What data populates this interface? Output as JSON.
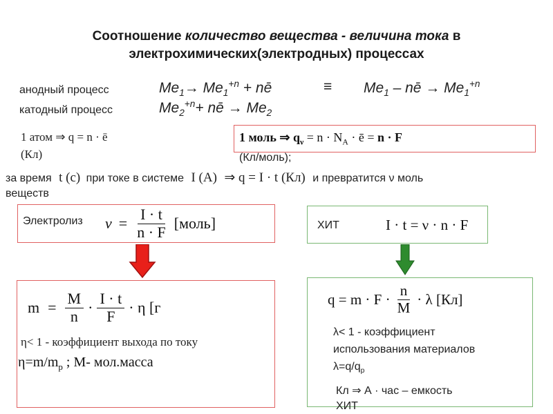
{
  "title": {
    "line1_bold": "Соотношение ",
    "line1_italic": "количество вещества - величина тока",
    "line1_end": " в",
    "line2": "электрохимических(электродных) процессах"
  },
  "anode": {
    "label": "анодный процесс",
    "eq_left": "Me1→ Me1+n + nē",
    "equiv": "≡",
    "eq_right": "Me1 – nē → Me1+n"
  },
  "cathode": {
    "label": "катодный процесс",
    "eq": "Me2+n+ nē → Me2"
  },
  "atom": {
    "line1": "1 атом ⇒ q = n · ē",
    "line2": "(Кл)"
  },
  "mole": {
    "line1": "1 моль ⇒ qν = n · NA · ē = n · F",
    "line2": "(Кл/моль);"
  },
  "time_statement": {
    "line1_a": "за время",
    "line1_b": "t (с)",
    "line1_c": "при  токе в системе",
    "line1_d": "I (А)",
    "line1_e": "⇒ q = I · t (Кл)",
    "line1_f": "и превратится ν моль",
    "line2": "веществ"
  },
  "electrolysis": {
    "label": "Электролиз",
    "nu": "ν",
    "eq_sign": "=",
    "num": "I · t",
    "den": "n · F",
    "unit": "[моль]"
  },
  "hit": {
    "label": "ХИТ",
    "formula": "I · t = ν · n · F"
  },
  "mass_box": {
    "m": "m",
    "eq": "=",
    "num1": "M",
    "den1": "n",
    "num2": "I · t",
    "den2": "F",
    "tail": "· η [г",
    "eta_note": "η< 1 - коэффициент выхода по току",
    "eta_def": "η=m/mр ; М- мол.масса"
  },
  "charge_box": {
    "q": "q = m · F ·",
    "num": "n",
    "den": "M",
    "tail": "· λ  [Кл]",
    "lambda_note1": "λ< 1 - коэффициент",
    "lambda_note2": "использования материалов",
    "lambda_def": "λ=q/qр",
    "capacity1": "Кл ⇒ А · час – емкость",
    "capacity2": "ХИТ"
  },
  "colors": {
    "red_border": "#e06060",
    "green_border": "#79b772",
    "red_arrow": "#e8201a",
    "green_arrow": "#2e8b2e"
  }
}
